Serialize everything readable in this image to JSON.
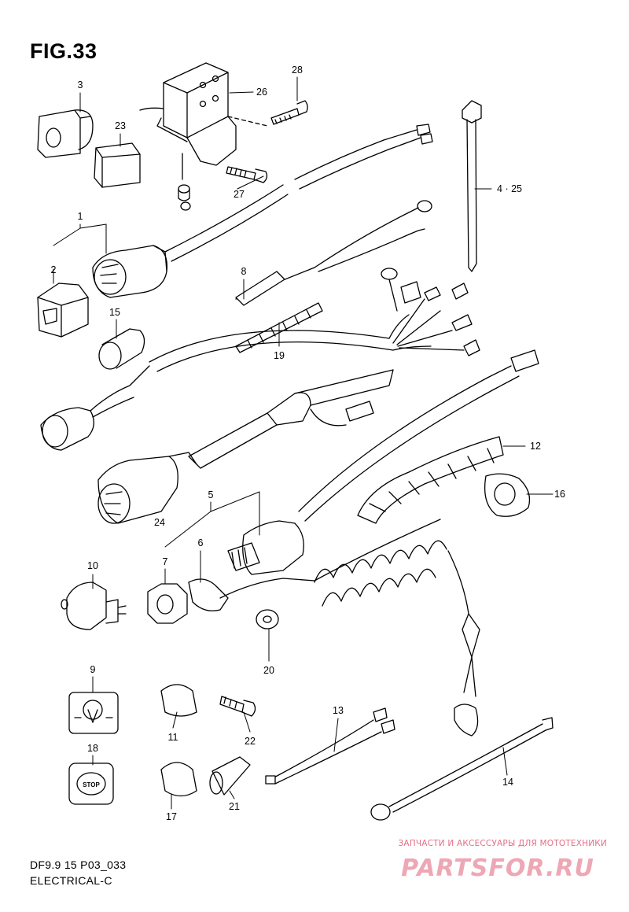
{
  "figure_title": "FIG.33",
  "footer": {
    "code": "DF9.9 15 P03_033",
    "title": "ELECTRICAL-C"
  },
  "watermark": {
    "caption": "ЗАПЧАСТИ И АКСЕССУАРЫ ДЛЯ МОТОТЕХНИКИ",
    "logo_text": "PARTSFOR.RU",
    "color": "#e0607a"
  },
  "stop_switch_text": "STOP",
  "part_labels": {
    "p1": "1",
    "p2": "2",
    "p3": "3",
    "p425": "4 · 25",
    "p5": "5",
    "p6": "6",
    "p7": "7",
    "p8": "8",
    "p9": "9",
    "p10": "10",
    "p11": "11",
    "p12": "12",
    "p13": "13",
    "p14": "14",
    "p15": "15",
    "p16": "16",
    "p17": "17",
    "p18": "18",
    "p19": "19",
    "p20": "20",
    "p21": "21",
    "p22": "22",
    "p23": "23",
    "p24": "24",
    "p26": "26",
    "p27": "27",
    "p28": "28"
  },
  "colors": {
    "line": "#000000",
    "background": "#ffffff"
  }
}
